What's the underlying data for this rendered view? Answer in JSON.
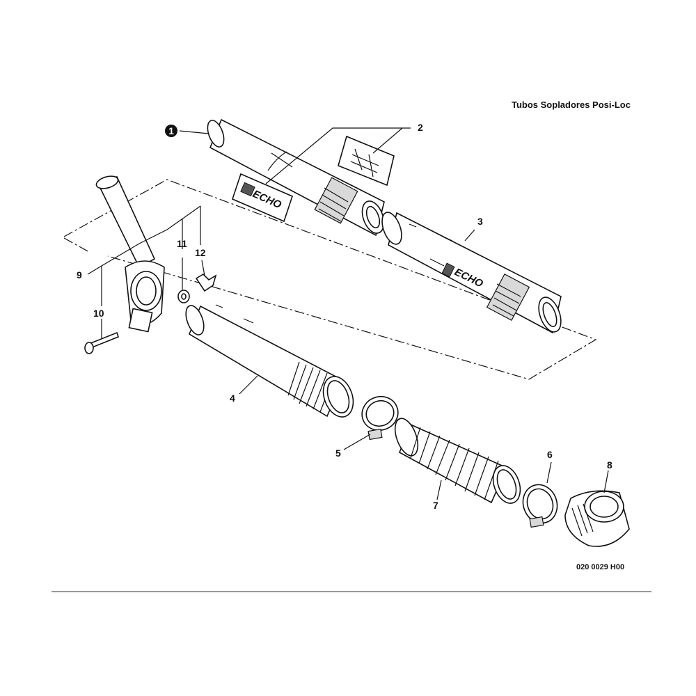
{
  "title": "Tubos Sopladores Posi-Loc",
  "figure_code": "020 0029 H00",
  "brand": "ECHO",
  "callouts": {
    "c1": "1",
    "c2": "2",
    "c3": "3",
    "c4": "4",
    "c5": "5",
    "c6": "6",
    "c7": "7",
    "c8": "8",
    "c9": "9",
    "c10": "10",
    "c11": "11",
    "c12": "12"
  }
}
